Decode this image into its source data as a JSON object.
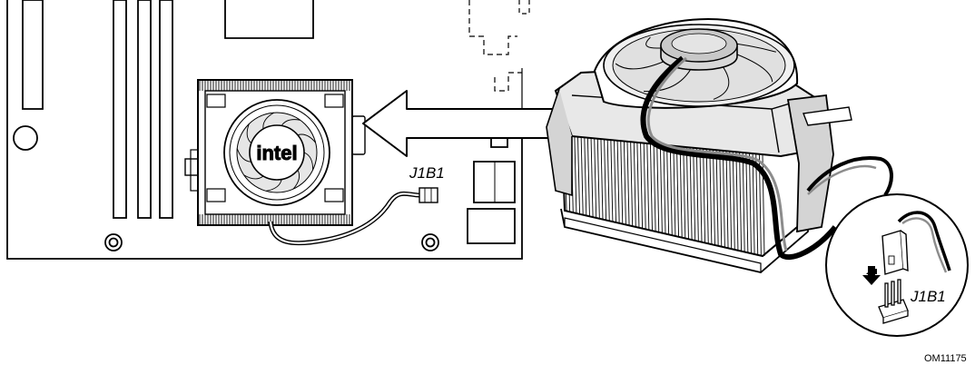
{
  "diagram": {
    "labels": {
      "header_label_board": "J1B1",
      "header_label_inset": "J1B1",
      "cpu_logo": "intel",
      "figure_id": "OM11175"
    },
    "icons": [
      "fan-heatsink-icon",
      "motherboard-icon",
      "arrow-left-icon",
      "fan-cable-icon",
      "connector-header-icon",
      "arrow-down-icon"
    ]
  }
}
